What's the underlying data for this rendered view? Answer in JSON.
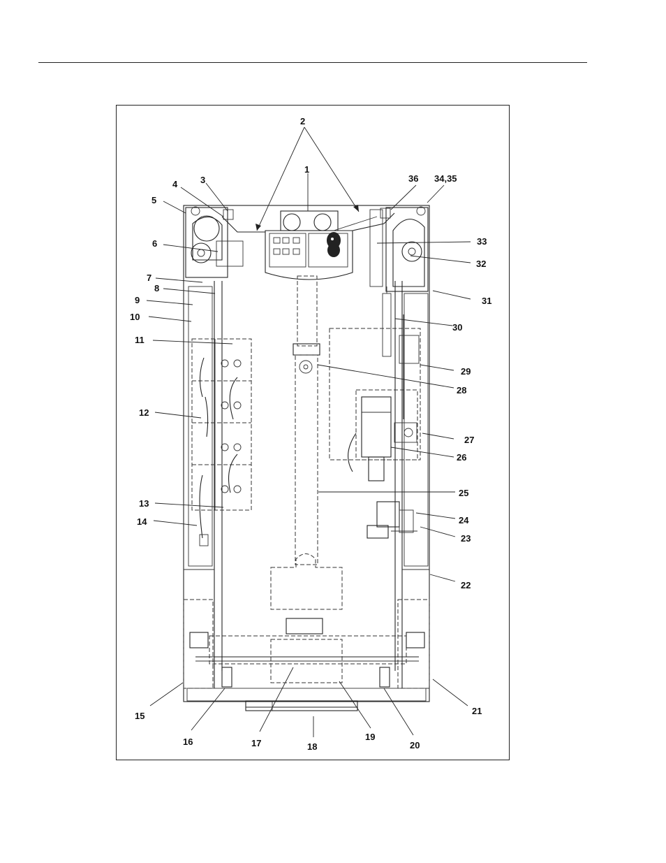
{
  "diagram": {
    "callouts": [
      "1",
      "2",
      "3",
      "4",
      "5",
      "6",
      "7",
      "8",
      "9",
      "10",
      "11",
      "12",
      "13",
      "14",
      "15",
      "16",
      "17",
      "18",
      "19",
      "20",
      "21",
      "22",
      "23",
      "24",
      "25",
      "26",
      "27",
      "28",
      "29",
      "30",
      "31",
      "32",
      "33",
      "34,35",
      "36"
    ]
  },
  "colors": {
    "ink": "#222222",
    "background": "#ffffff"
  },
  "icons": [
    "control-box",
    "joystick-knob",
    "battery-cells",
    "hydraulic-pump",
    "hydraulic-cylinder"
  ]
}
